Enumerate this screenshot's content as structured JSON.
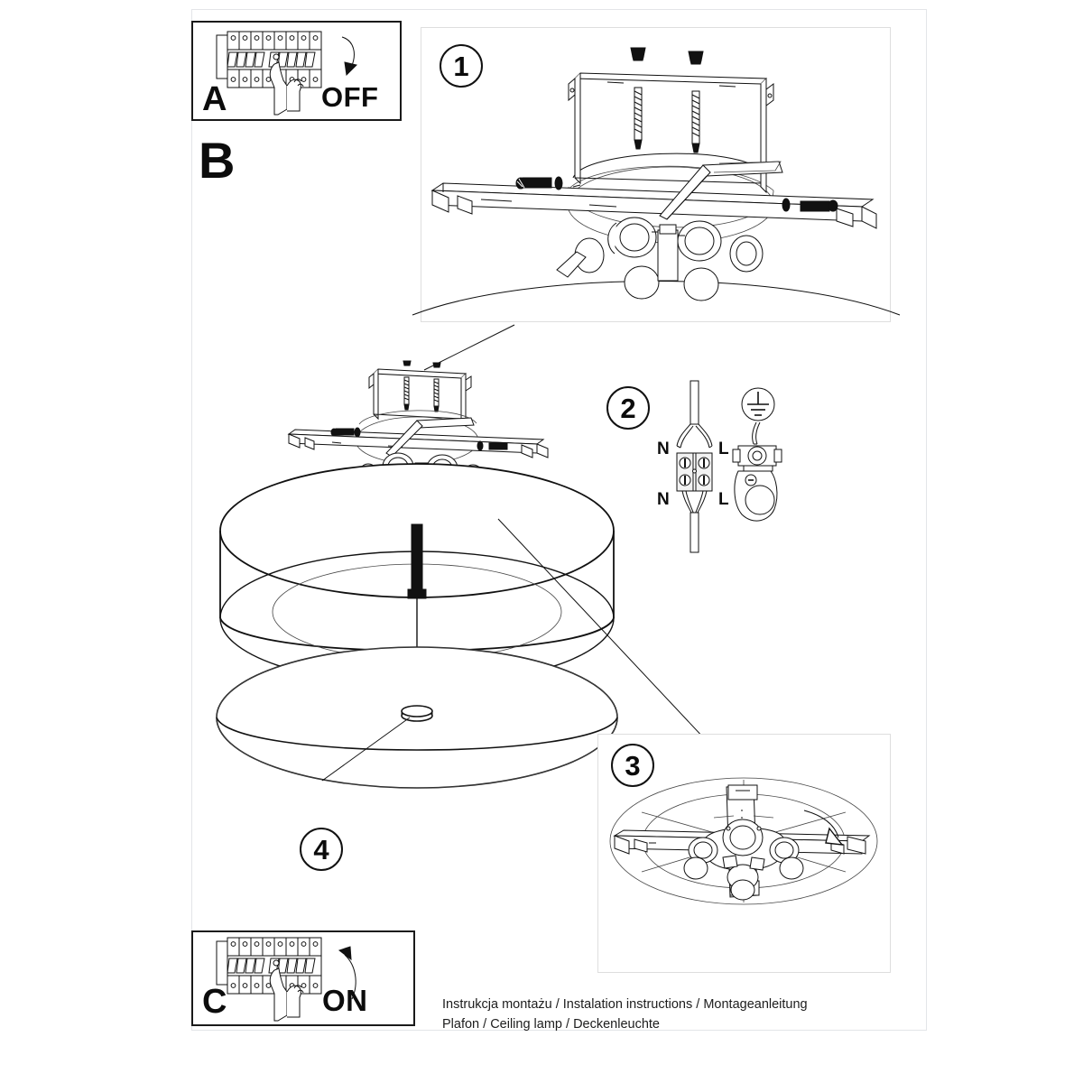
{
  "document": {
    "type": "assembly-instruction-sheet",
    "caption_line1": "Instrukcja montażu / Instalation instructions / Montageanleitung",
    "caption_line2": "Plafon / Ceiling lamp / Deckenleuchte"
  },
  "panels": {
    "a": {
      "letter": "A",
      "action_label": "OFF",
      "description": "Hand switching circuit breaker panel off",
      "arrow": "curved-arrow-down"
    },
    "b": {
      "letter": "B",
      "description": "Main assembly section"
    },
    "c": {
      "letter": "C",
      "action_label": "ON",
      "description": "Hand switching circuit breaker panel on",
      "arrow": "curved-arrow-up"
    }
  },
  "steps": [
    {
      "number": "1",
      "description": "Mount ceiling bracket with screws and anchors"
    },
    {
      "number": "2",
      "description": "Connect N and L wires to terminal block, attach earth wire"
    },
    {
      "number": "3",
      "description": "Top view of diffuser plate with cross bracket and lamp sockets"
    },
    {
      "number": "4",
      "description": "Centre finial fixing of the diffuser disc"
    }
  ],
  "wiring": {
    "terminal_top_left": "N",
    "terminal_top_right": "L",
    "terminal_bottom_left": "N",
    "terminal_bottom_right": "L",
    "earth_symbol": "earth-ground-icon"
  },
  "colors": {
    "ink": "#111111",
    "page_border": "#e3e5e8",
    "panel_border": "#dedede",
    "breaker_border": "#1a1a1a",
    "background": "#ffffff"
  }
}
